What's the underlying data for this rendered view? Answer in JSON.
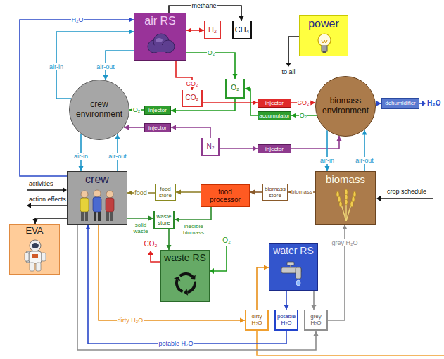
{
  "diagram": {
    "nodes": [
      {
        "text": [
          "air RS"
        ]
      },
      {
        "text": [
          "H₂"
        ]
      },
      {
        "text": [
          "CH₄"
        ]
      },
      {
        "text": [
          "power"
        ]
      },
      {
        "text": [
          "crew environment"
        ]
      },
      {
        "text": [
          "CO₂"
        ]
      },
      {
        "text": [
          "O₂"
        ]
      },
      {
        "text": [
          "biomass environment"
        ]
      },
      {
        "text": [
          "dehumidifier"
        ]
      },
      {
        "text": [
          "injector"
        ]
      },
      {
        "text": [
          "injector"
        ]
      },
      {
        "text": [
          "injector"
        ]
      },
      {
        "text": [
          "accumulator"
        ]
      },
      {
        "text": [
          "injector"
        ]
      },
      {
        "text": [
          "N₂"
        ]
      },
      {
        "text": [
          "crew"
        ]
      },
      {
        "text": [
          "food store"
        ]
      },
      {
        "text": [
          "food processor"
        ]
      },
      {
        "text": [
          "biomass store"
        ]
      },
      {
        "text": [
          "biomass"
        ]
      },
      {
        "text": [
          "EVA"
        ]
      },
      {
        "text": [
          "waste store"
        ]
      },
      {
        "text": [
          "waste RS"
        ]
      },
      {
        "text": [
          "water RS"
        ]
      },
      {
        "text": [
          "dirty H₂O"
        ]
      },
      {
        "text": [
          "potable H₂O"
        ]
      },
      {
        "text": [
          "grey H₂O"
        ]
      }
    ],
    "edges": [
      {
        "from": 0,
        "to": 1,
        "arrow": "both"
      },
      {
        "from": 0,
        "to": 2,
        "label": "methane",
        "arrow": "to"
      },
      {
        "from": 0,
        "to": 5,
        "label": "CO₂",
        "arrow": "to"
      },
      {
        "from": 0,
        "to": 6,
        "label": "O₂",
        "arrow": "to"
      },
      {
        "from": 4,
        "to": 0,
        "label": "air-in",
        "arrow": "to"
      },
      {
        "from": 0,
        "to": 4,
        "label": "air-out",
        "arrow": "to"
      },
      {
        "from": 6,
        "to": 9,
        "arrow": "to"
      },
      {
        "from": 9,
        "to": 4,
        "label": "O₂",
        "arrow": "to"
      },
      {
        "from": 5,
        "to": 11,
        "arrow": "to"
      },
      {
        "from": 11,
        "to": 7,
        "label": "CO₂",
        "arrow": "to"
      },
      {
        "from": 7,
        "to": 12,
        "label": "O₂",
        "arrow": "to"
      },
      {
        "from": 12,
        "to": 6,
        "arrow": "to"
      },
      {
        "from": 14,
        "to": 10,
        "arrow": "to"
      },
      {
        "from": 10,
        "to": 4,
        "arrow": "to"
      },
      {
        "from": 14,
        "to": 13,
        "arrow": "to"
      },
      {
        "from": 13,
        "to": 7,
        "arrow": "to"
      },
      {
        "from": 7,
        "to": 8,
        "arrow": "to"
      },
      {
        "from": 4,
        "to": 15,
        "label": "air-in",
        "arrow": "to"
      },
      {
        "from": 15,
        "to": 4,
        "label": "air-out",
        "arrow": "to"
      },
      {
        "from": 7,
        "to": 19,
        "label": "air-in",
        "arrow": "to"
      },
      {
        "from": 19,
        "to": 7,
        "label": "air-out",
        "arrow": "to"
      },
      {
        "from": 15,
        "to": 0,
        "label": "H₂O",
        "arrow": "to"
      },
      {
        "from": 19,
        "to": 18,
        "label": "biomass",
        "arrow": "to"
      },
      {
        "from": 18,
        "to": 17,
        "arrow": "to"
      },
      {
        "from": 17,
        "to": 16,
        "arrow": "to"
      },
      {
        "from": 16,
        "to": 15,
        "label": "food",
        "arrow": "to"
      },
      {
        "from": 17,
        "to": 21,
        "label": "inedible biomass",
        "arrow": "to"
      },
      {
        "from": 15,
        "to": 21,
        "label": "solid waste",
        "arrow": "to"
      },
      {
        "from": 21,
        "to": 22,
        "arrow": "to"
      },
      {
        "from": 15,
        "to": 20,
        "arrow": "to"
      },
      {
        "from": 15,
        "to": 24,
        "label": "dirty H₂O",
        "arrow": "to"
      },
      {
        "from": 25,
        "to": 15,
        "label": "potable H₂O",
        "arrow": "to"
      },
      {
        "from": 15,
        "to": 26,
        "arrow": "to"
      },
      {
        "from": 24,
        "to": 23,
        "arrow": "to"
      },
      {
        "from": 23,
        "to": 25,
        "arrow": "to"
      },
      {
        "from": 23,
        "to": 26,
        "arrow": "to"
      },
      {
        "from": 26,
        "to": 19,
        "label": "grey H₂O",
        "arrow": "to"
      }
    ],
    "labels": [
      "to all",
      "activities",
      "action effects",
      "crop schedule",
      "H₂O",
      "CO₂",
      "O₂"
    ]
  }
}
